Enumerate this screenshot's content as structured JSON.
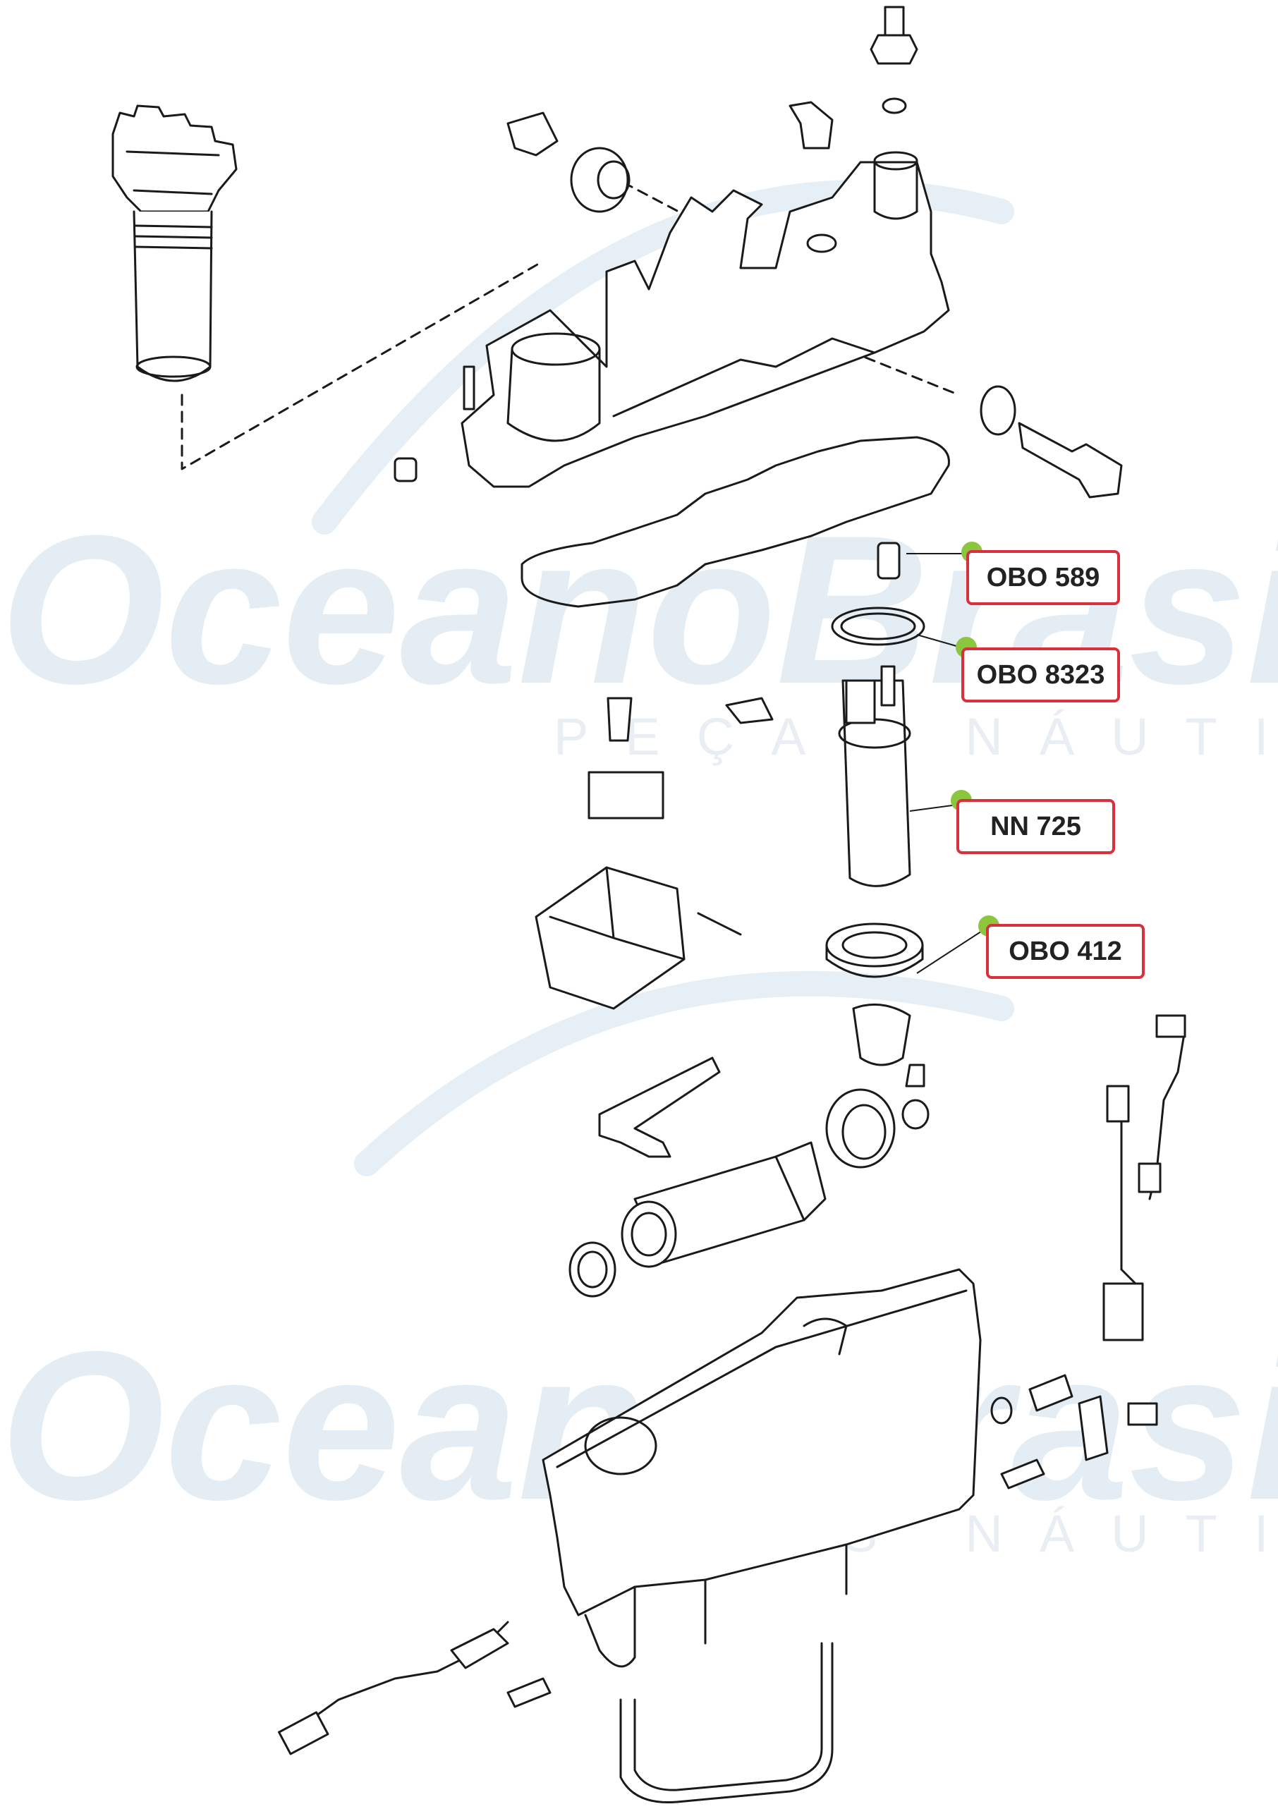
{
  "watermark": {
    "brand_text": "OceanoBrasil",
    "tagline_text": "PEÇAS NÁUTICAS"
  },
  "callouts": [
    {
      "id": "obo589",
      "label": "OBO 589"
    },
    {
      "id": "obo8323",
      "label": "OBO 8323"
    },
    {
      "id": "nn725",
      "label": "NN 725"
    },
    {
      "id": "obo412",
      "label": "OBO 412"
    }
  ],
  "colors": {
    "callout_border": "#d8303c",
    "leader_dot": "#8cc63f",
    "line_art": "#1a1a1a",
    "watermark": "#e4ecf4"
  }
}
